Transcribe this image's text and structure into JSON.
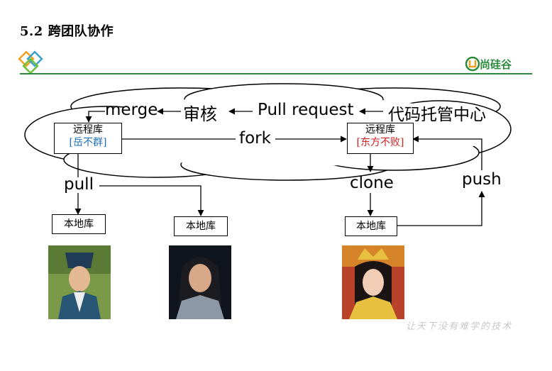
{
  "title": "5.2  跨团队协作",
  "brand": {
    "name": "尚硅谷",
    "color": "#2b8a3e",
    "icon": "shangguigu-logo"
  },
  "diagram": {
    "cloud_label_merge": "merge",
    "cloud_label_review": "审核",
    "cloud_label_pr": "Pull request",
    "cloud_label_host": "代码托管中心",
    "fork": "fork",
    "pull": "pull",
    "clone": "clone",
    "push": "push",
    "remote_left": {
      "title": "远程库",
      "owner": "[岳不群]"
    },
    "remote_right": {
      "title": "远程库",
      "owner": "[东方不败]"
    },
    "local_1": "本地库",
    "local_2": "本地库",
    "local_3": "本地库"
  },
  "photos": [
    "portrait-man-blue-hat",
    "portrait-man-long-hair",
    "portrait-woman-crown"
  ],
  "watermark": "让天下没有难学的技术"
}
